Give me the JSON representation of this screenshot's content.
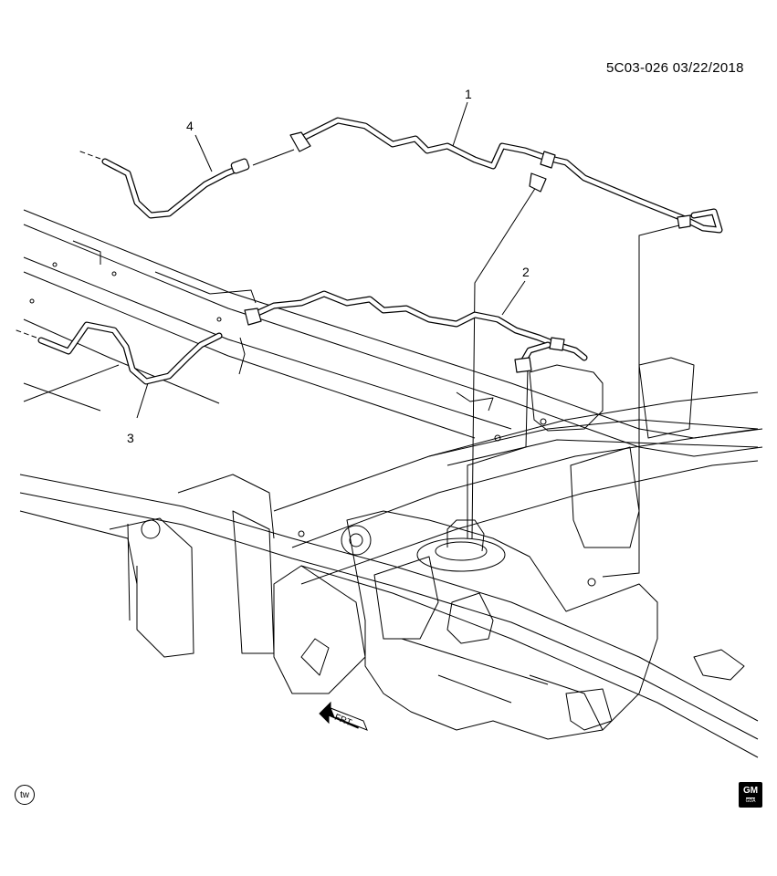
{
  "diagram": {
    "reference": "5C03-026  03/22/2018",
    "callouts": [
      "1",
      "2",
      "3",
      "4"
    ],
    "direction_label": "FRT",
    "badge": "tw",
    "logo_text": "GM",
    "logo_subtext": "GDA"
  },
  "colors": {
    "line": "#000000",
    "background": "#ffffff"
  },
  "icons": {
    "direction": "front-arrow-icon",
    "brand": "gm-logo-icon",
    "badge": "tw-badge-icon"
  }
}
